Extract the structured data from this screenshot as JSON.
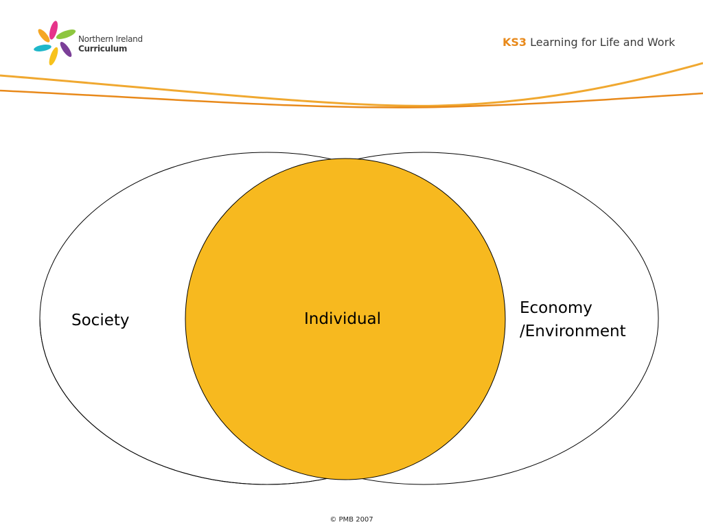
{
  "logo": {
    "line1": "Northern Ireland",
    "line2": "Curriculum",
    "petal_colors": [
      "#e6338a",
      "#f5a623",
      "#8dc63f",
      "#1fb7c9",
      "#7b3f98",
      "#f7c21c"
    ]
  },
  "header": {
    "ks3": "KS3",
    "title_rest": " Learning for Life and Work",
    "accent_color": "#e8891a"
  },
  "swoosh_colors": [
    "#f0a830",
    "#e8891a"
  ],
  "diagram": {
    "type": "venn",
    "sets": [
      {
        "label": "Society",
        "fill": "#ffffff"
      },
      {
        "label": "Individual",
        "fill": "#f7b91f"
      },
      {
        "label_lines": [
          "Economy",
          "/Environment"
        ],
        "fill": "#ffffff"
      }
    ]
  },
  "footer": {
    "copyright": "© PMB 2007"
  }
}
